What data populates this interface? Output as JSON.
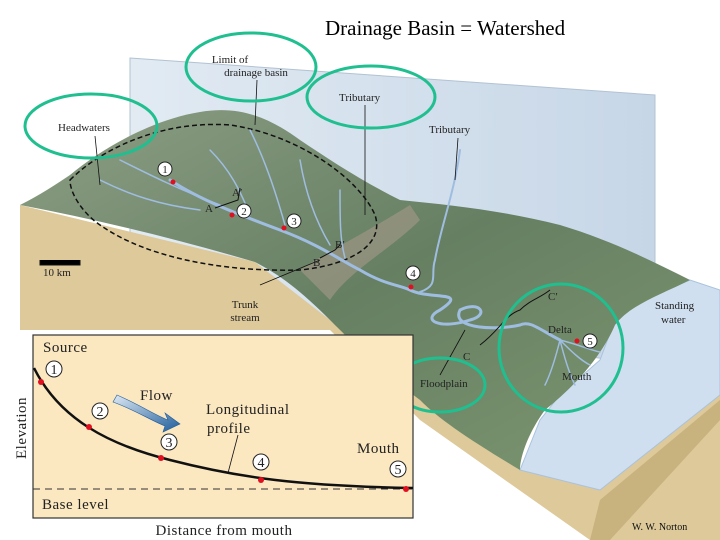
{
  "title": "Drainage Basin = Watershed",
  "credit": "W. W. Norton",
  "block_labels": {
    "headwaters": "Headwaters",
    "limit_line1": "Limit of",
    "limit_line2": "drainage basin",
    "tributary_1": "Tributary",
    "tributary_2": "Tributary",
    "scale": "10 km",
    "trunk_line1": "Trunk",
    "trunk_line2": "stream",
    "floodplain": "Floodplain",
    "delta": "Delta",
    "mouth": "Mouth",
    "standing_line1": "Standing",
    "standing_line2": "water",
    "section_a": "A",
    "section_a_prime": "A′",
    "section_b": "B",
    "section_b_prime": "B′",
    "section_c": "C",
    "section_c_prime": "C′",
    "points": [
      "1",
      "2",
      "3",
      "4",
      "5"
    ]
  },
  "profile_inset": {
    "source": "Source",
    "flow": "Flow",
    "curve_line1": "Longitudinal",
    "curve_line2": "profile",
    "mouth": "Mouth",
    "base_level": "Base level",
    "y_axis": "Elevation",
    "x_axis": "Distance from mouth",
    "points": [
      "1",
      "2",
      "3",
      "4",
      "5"
    ]
  },
  "colors": {
    "highlight": "#1fbf8f",
    "point": "#e01020",
    "inset_bg": "#fbe7c0",
    "terrain": "#6f8a6a",
    "river": "#8fb2d8"
  }
}
